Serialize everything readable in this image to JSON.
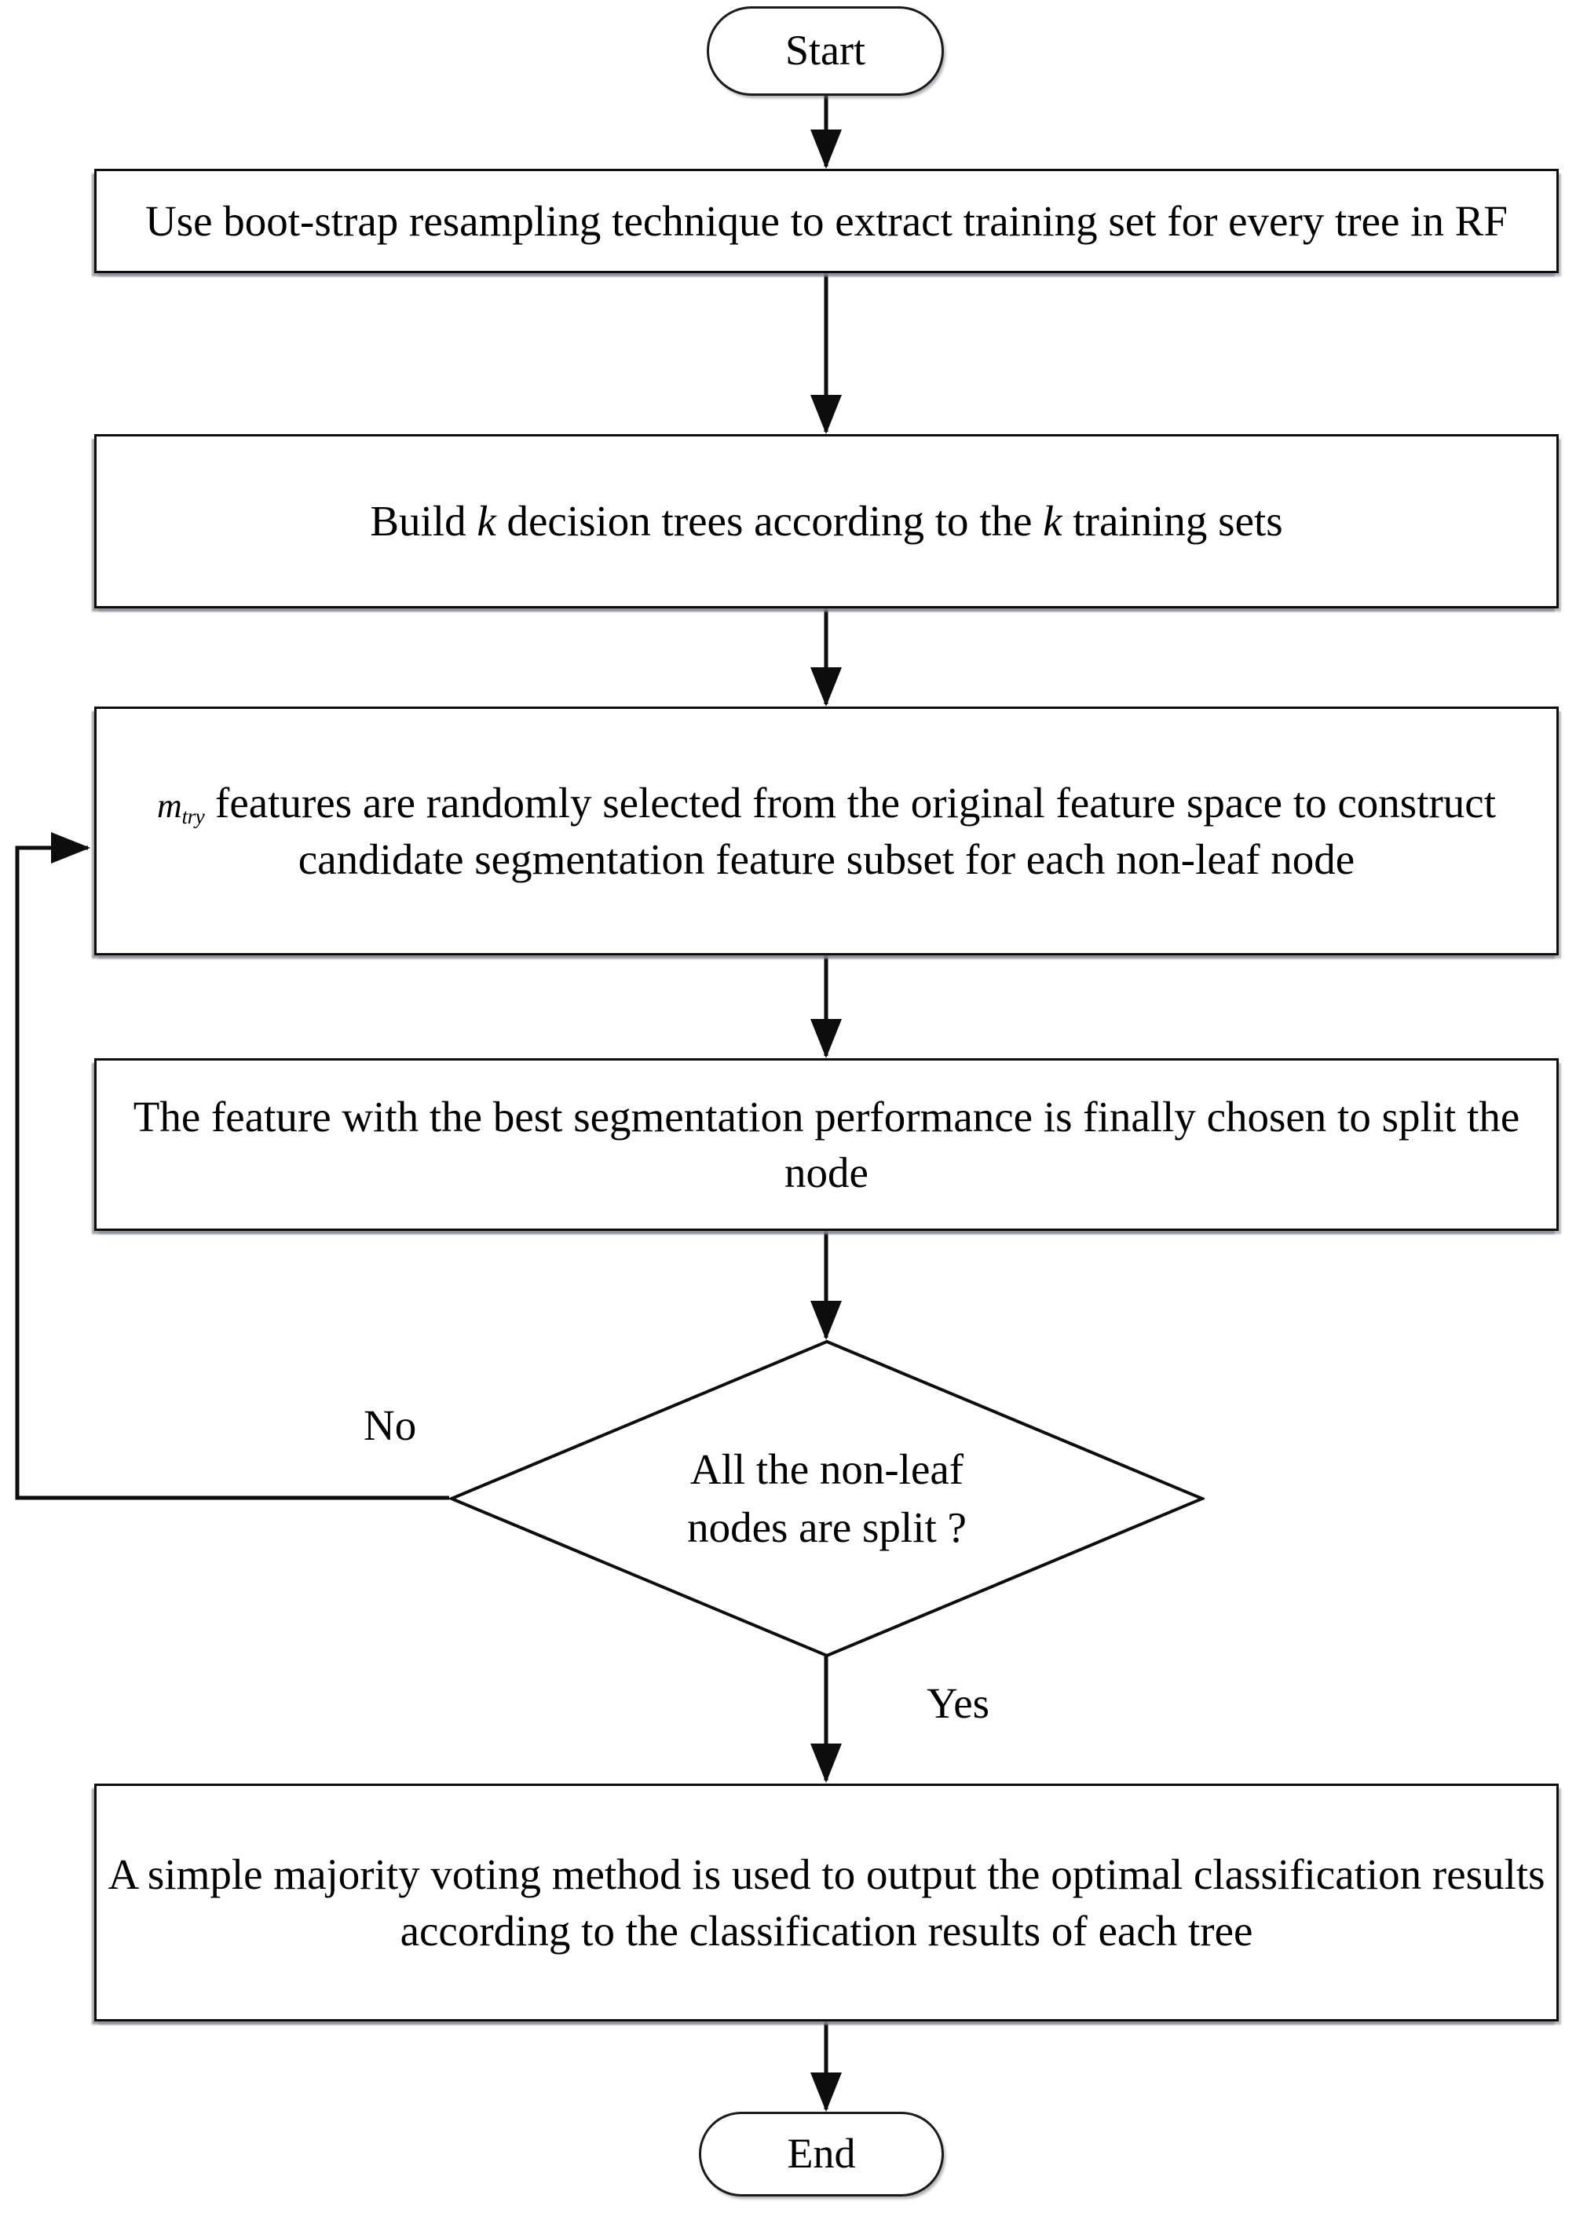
{
  "diagram": {
    "type": "flowchart",
    "title": "Random Forest classification flowchart",
    "orientation": "top-to-bottom",
    "colors": {
      "node_fill": "#ffffff",
      "node_stroke": "#0d0d0d",
      "edge_stroke": "#0d0d0d",
      "text": "#000000",
      "shadow": "#80868e",
      "background": "#ffffff"
    }
  },
  "nodes": {
    "start": {
      "label": "Start",
      "shape": "terminator"
    },
    "step1": {
      "label": "Use boot-strap resampling technique to extract training set for every tree in RF",
      "shape": "process"
    },
    "step2": {
      "text_before": "Build ",
      "var1": "k",
      "text_middle": " decision trees according to the ",
      "var2": "k",
      "text_after": " training sets",
      "label": "Build k decision trees according to the k training sets",
      "shape": "process"
    },
    "step3": {
      "var_base": "m",
      "var_sub": "try",
      "label_after": " features are randomly selected from the original feature space to construct candidate segmentation feature subset for each non-leaf node",
      "label": "m_try features are randomly selected from the original feature space to construct candidate segmentation feature subset for each non-leaf node",
      "shape": "process"
    },
    "step4": {
      "label": "The feature with the best segmentation performance is finally chosen to split the node",
      "shape": "process"
    },
    "decision": {
      "line1": "All the non-leaf",
      "line2": "nodes are split ?",
      "label": "All the non-leaf nodes are split ?",
      "shape": "decision"
    },
    "step5": {
      "label": "A simple majority voting method is used to output the optimal classification results according to the classification results of each tree",
      "shape": "process"
    },
    "end": {
      "label": "End",
      "shape": "terminator"
    }
  },
  "edge_labels": {
    "no": "No",
    "yes": "Yes"
  },
  "edges": [
    {
      "from": "start",
      "to": "step1",
      "label": ""
    },
    {
      "from": "step1",
      "to": "step2",
      "label": ""
    },
    {
      "from": "step2",
      "to": "step3",
      "label": ""
    },
    {
      "from": "step3",
      "to": "step4",
      "label": ""
    },
    {
      "from": "step4",
      "to": "decision",
      "label": ""
    },
    {
      "from": "decision",
      "to": "step3",
      "label": "No"
    },
    {
      "from": "decision",
      "to": "step5",
      "label": "Yes"
    },
    {
      "from": "step5",
      "to": "end",
      "label": ""
    }
  ]
}
